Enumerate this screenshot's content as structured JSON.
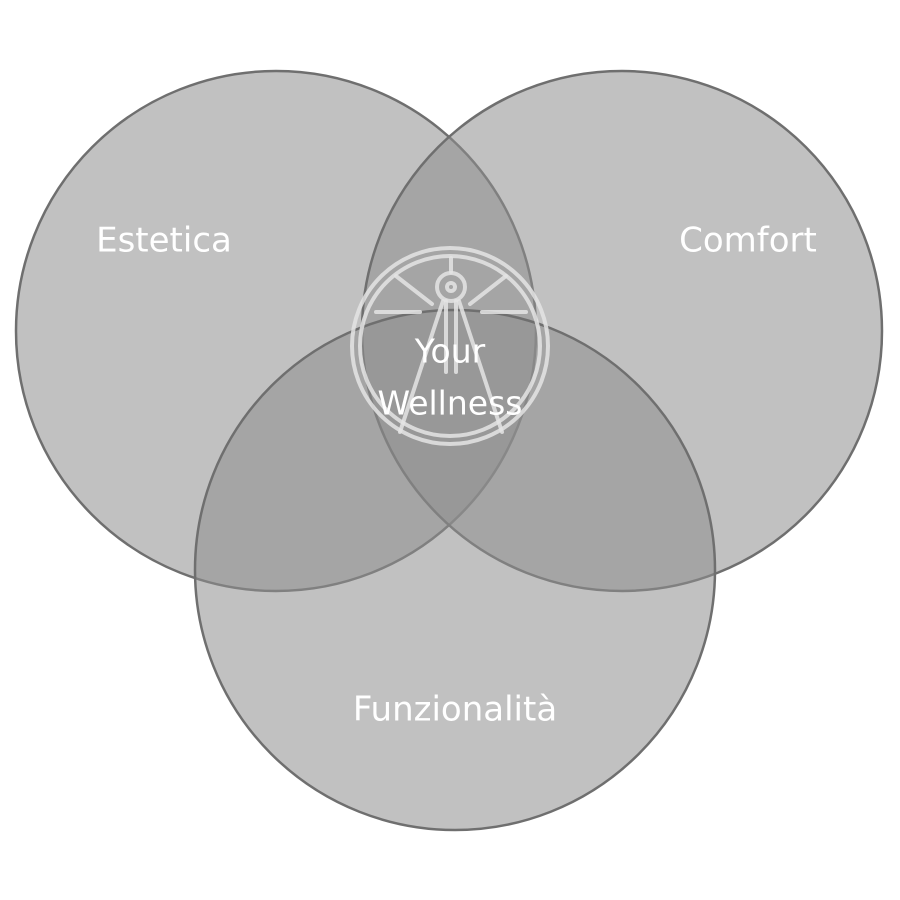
{
  "venn": {
    "sets": [
      {
        "label": "Estetica"
      },
      {
        "label": "Comfort"
      },
      {
        "label": "Funzionalità"
      }
    ],
    "center": {
      "line1": "Your",
      "line2": "Wellness"
    },
    "colors": {
      "circle_fill": "#8e8e8e",
      "circle_stroke": "#6f6f6f",
      "text": "#ffffff",
      "emblem": "#e4e4e4"
    },
    "center_icon": "compass-emblem-icon"
  }
}
